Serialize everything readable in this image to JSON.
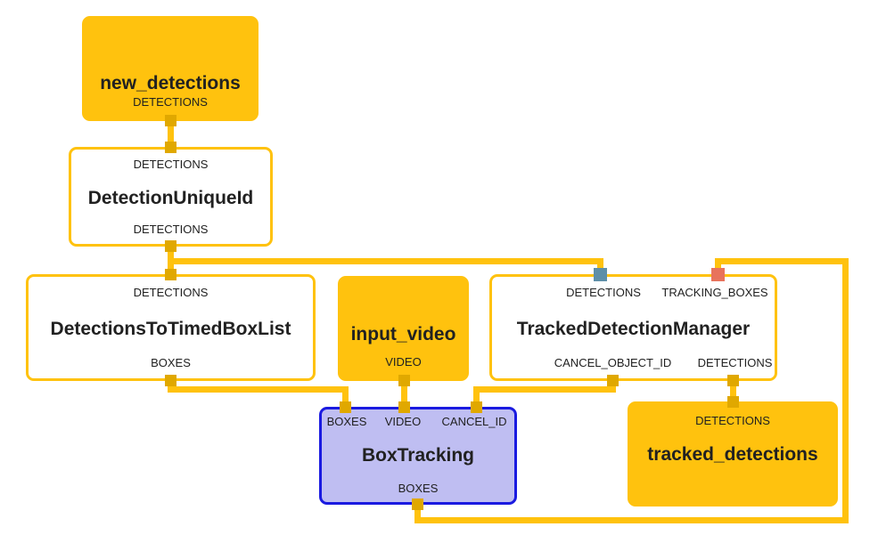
{
  "diagram": {
    "title": "MediaPipe box tracking calculator graph",
    "type": "dataflow-graph",
    "background": "#ffffff",
    "colors": {
      "stream_fill": "#FFC20E",
      "edge": "#FFC20E",
      "port": "#E0A800",
      "calculator_fill": "#ffffff",
      "calculator_border": "#FFC20E",
      "subgraph_fill": "#BFBEF2",
      "subgraph_border": "#1A1AE0",
      "port_teal": "#5E8FA8",
      "port_salmon": "#E8735C",
      "text": "#212121"
    }
  },
  "nodes": [
    {
      "id": "new_detections",
      "label": "new_detections",
      "kind": "stream",
      "inputs": [],
      "outputs": [
        "DETECTIONS"
      ]
    },
    {
      "id": "detection_unique_id",
      "label": "DetectionUniqueId",
      "kind": "calculator",
      "inputs": [
        "DETECTIONS"
      ],
      "outputs": [
        "DETECTIONS"
      ]
    },
    {
      "id": "detections_to_timed_box_list",
      "label": "DetectionsToTimedBoxList",
      "kind": "calculator",
      "inputs": [
        "DETECTIONS"
      ],
      "outputs": [
        "BOXES"
      ]
    },
    {
      "id": "input_video",
      "label": "input_video",
      "kind": "stream",
      "inputs": [],
      "outputs": [
        "VIDEO"
      ]
    },
    {
      "id": "tracked_detection_manager",
      "label": "TrackedDetectionManager",
      "kind": "calculator",
      "inputs": [
        "DETECTIONS",
        "TRACKING_BOXES"
      ],
      "outputs": [
        "CANCEL_OBJECT_ID",
        "DETECTIONS"
      ]
    },
    {
      "id": "box_tracking",
      "label": "BoxTracking",
      "kind": "subgraph",
      "inputs": [
        "BOXES",
        "VIDEO",
        "CANCEL_ID"
      ],
      "outputs": [
        "BOXES"
      ]
    },
    {
      "id": "tracked_detections",
      "label": "tracked_detections",
      "kind": "stream",
      "inputs": [
        "DETECTIONS"
      ],
      "outputs": []
    }
  ],
  "labels": {
    "new_detections_title": "new_detections",
    "new_detections_out": "DETECTIONS",
    "detection_unique_id_title": "DetectionUniqueId",
    "detection_unique_id_in": "DETECTIONS",
    "detection_unique_id_out": "DETECTIONS",
    "detections_to_timed_box_list_title": "DetectionsToTimedBoxList",
    "detections_to_timed_box_list_in": "DETECTIONS",
    "detections_to_timed_box_list_out": "BOXES",
    "input_video_title": "input_video",
    "input_video_out": "VIDEO",
    "tracked_detection_manager_title": "TrackedDetectionManager",
    "tracked_detection_manager_in_detections": "DETECTIONS",
    "tracked_detection_manager_in_tracking_boxes": "TRACKING_BOXES",
    "tracked_detection_manager_out_cancel": "CANCEL_OBJECT_ID",
    "tracked_detection_manager_out_detections": "DETECTIONS",
    "box_tracking_title": "BoxTracking",
    "box_tracking_in_boxes": "BOXES",
    "box_tracking_in_video": "VIDEO",
    "box_tracking_in_cancel_id": "CANCEL_ID",
    "box_tracking_out_boxes": "BOXES",
    "tracked_detections_title": "tracked_detections",
    "tracked_detections_in": "DETECTIONS"
  },
  "edges": [
    {
      "from": "new_detections.DETECTIONS",
      "to": "detection_unique_id.DETECTIONS"
    },
    {
      "from": "detection_unique_id.DETECTIONS",
      "to": "detections_to_timed_box_list.DETECTIONS"
    },
    {
      "from": "detection_unique_id.DETECTIONS",
      "to": "tracked_detection_manager.DETECTIONS"
    },
    {
      "from": "detections_to_timed_box_list.BOXES",
      "to": "box_tracking.BOXES"
    },
    {
      "from": "input_video.VIDEO",
      "to": "box_tracking.VIDEO"
    },
    {
      "from": "tracked_detection_manager.CANCEL_OBJECT_ID",
      "to": "box_tracking.CANCEL_ID"
    },
    {
      "from": "tracked_detection_manager.DETECTIONS",
      "to": "tracked_detections.DETECTIONS"
    },
    {
      "from": "box_tracking.BOXES",
      "to": "tracked_detection_manager.TRACKING_BOXES"
    }
  ]
}
